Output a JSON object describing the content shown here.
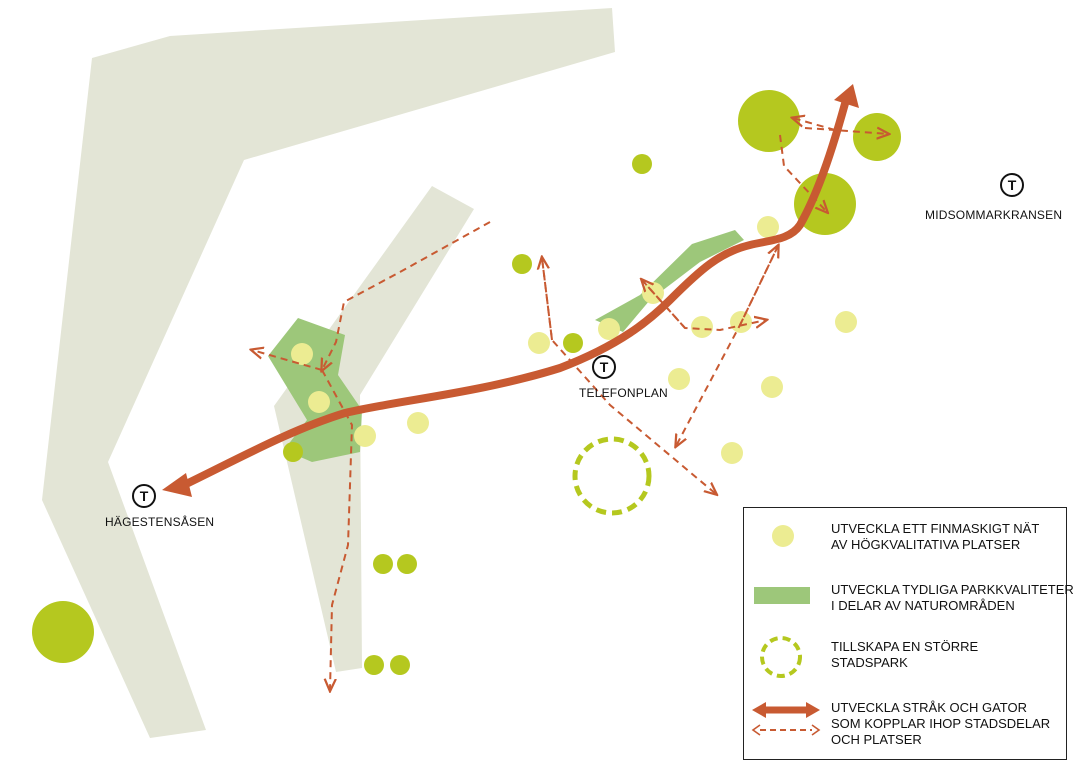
{
  "stations": {
    "hagestensasen": {
      "symbol": "T",
      "label": "HÄGESTENSÅSEN"
    },
    "telefonplan": {
      "symbol": "T",
      "label": "TELEFONPLAN"
    },
    "midsommarkransen": {
      "symbol": "T",
      "label": "MIDSOMMARKRANSEN"
    }
  },
  "legend": {
    "items": [
      {
        "symbol": "yellow-dot",
        "line1": "UTVECKLA ETT FINMASKIGT NÄT",
        "line2": "AV HÖGKVALITATIVA PLATSER",
        "line3": ""
      },
      {
        "symbol": "green-band",
        "line1": "UTVECKLA TYDLIGA PARKKVALITETER",
        "line2": "I DELAR AV NATUROMRÅDEN",
        "line3": ""
      },
      {
        "symbol": "dashed-circle",
        "line1": "TILLSKAPA EN STÖRRE",
        "line2": "STADSPARK",
        "line3": ""
      },
      {
        "symbol": "arrows",
        "line1": "UTVECKLA STRÅK OCH GATOR",
        "line2": "SOM KOPPLAR IHOP STADSDELAR",
        "line3": "OCH PLATSER"
      }
    ]
  },
  "colors": {
    "terrain": "#e3e5d6",
    "park": "#9dc77a",
    "yellow_dot": "#ecec92",
    "green_dot": "#b5c81f",
    "route": "#c85a32",
    "dashed": "#c85a32"
  }
}
